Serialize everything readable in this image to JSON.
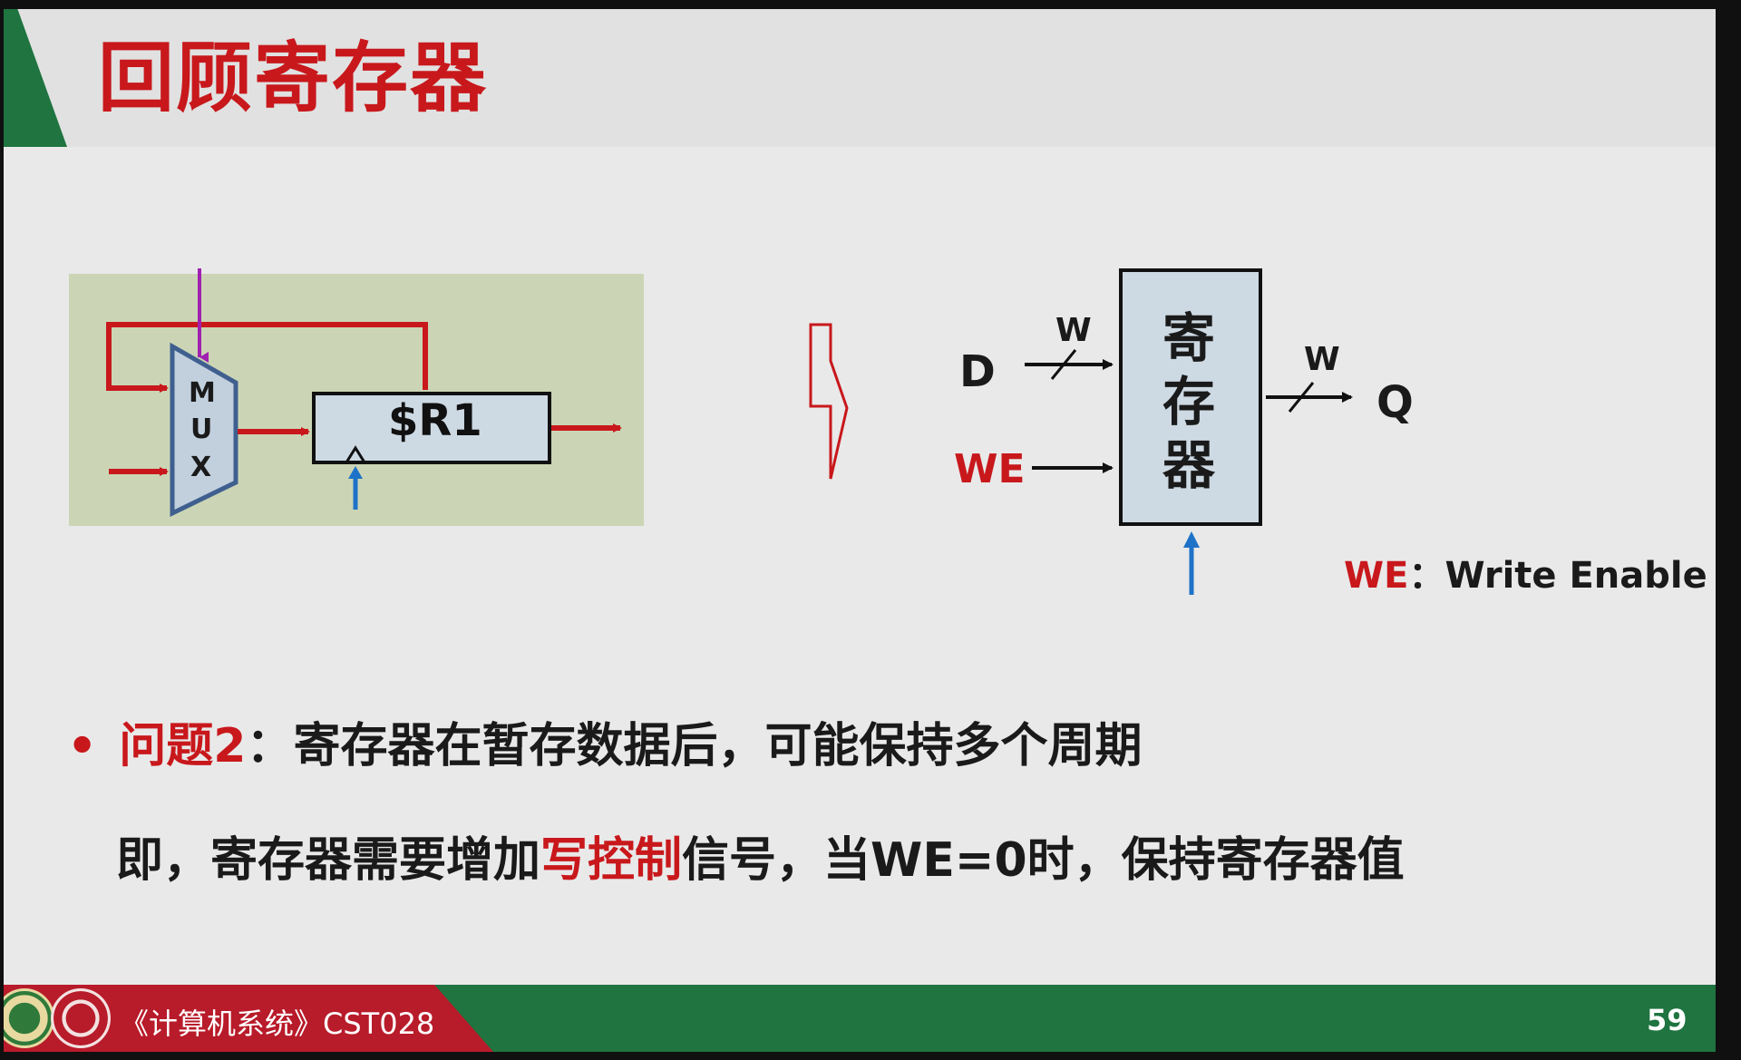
{
  "title": "回顾寄存器",
  "mux": {
    "letters": [
      "M",
      "U",
      "X"
    ],
    "register_label": "$R1"
  },
  "register": {
    "chars": [
      "寄",
      "存",
      "器"
    ],
    "input_label": "D",
    "input_width": "W",
    "enable_label": "WE",
    "output_label": "Q",
    "output_width": "W"
  },
  "we_note": {
    "key": "WE",
    "sep": "：",
    "value": "Write Enable"
  },
  "bullet": {
    "dot": "•",
    "prefix": "问题2",
    "text": "：寄存器在暂存数据后，可能保持多个周期"
  },
  "sub": {
    "part1": "即，寄存器需要增加",
    "highlight": "写控制",
    "part2": "信号，当WE=0时，保持寄存器值"
  },
  "footer": {
    "course": "《计算机系统》CST028",
    "page": "59"
  },
  "colors": {
    "red": "#c8181c",
    "green": "#1f7440",
    "blue": "#1e73c8",
    "purple": "#a020b0",
    "panel": "#cbd5b5",
    "register_fill": "#cdd9e3"
  }
}
